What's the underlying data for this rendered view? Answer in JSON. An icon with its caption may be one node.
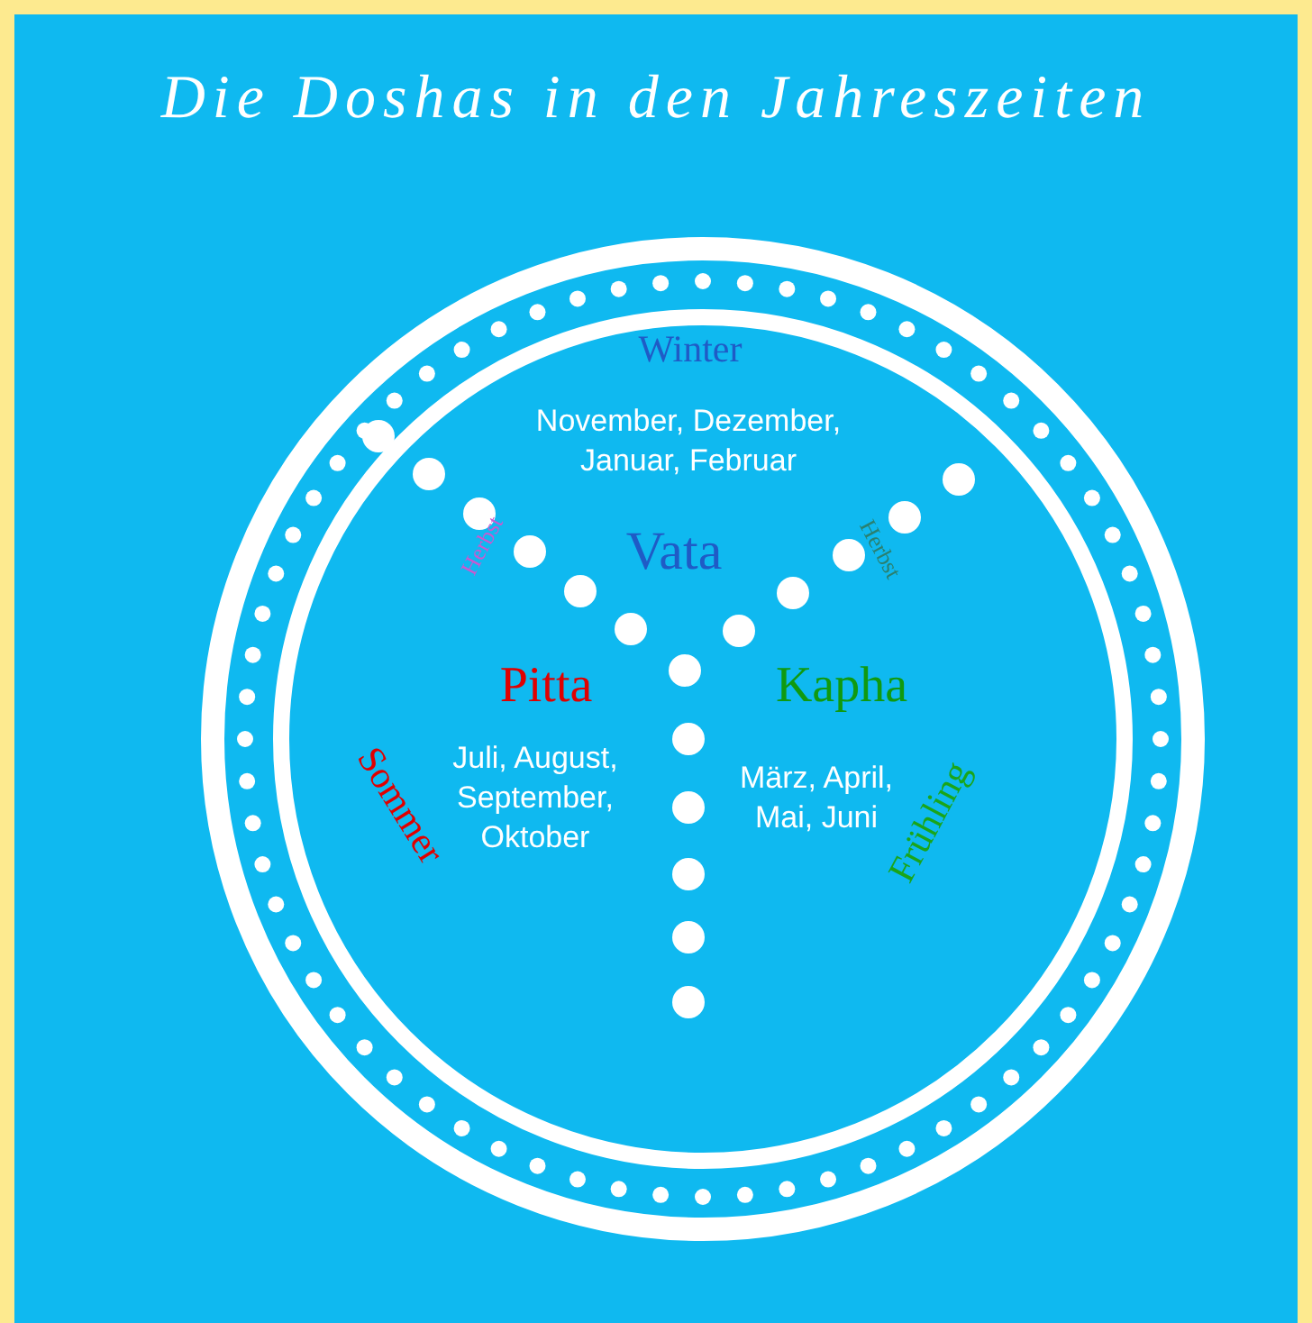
{
  "diagram": {
    "title": "Die Doshas in den Jahreszeiten",
    "labels": [
      "Winter",
      "November, Dezember, Januar, Februar",
      "Herbst",
      "Vata",
      "Herbst",
      "Pitta",
      "Kapha",
      "Sommer",
      "Juli, August, September, Oktober",
      "März, April, Mai, Juni",
      "Frühling"
    ]
  }
}
